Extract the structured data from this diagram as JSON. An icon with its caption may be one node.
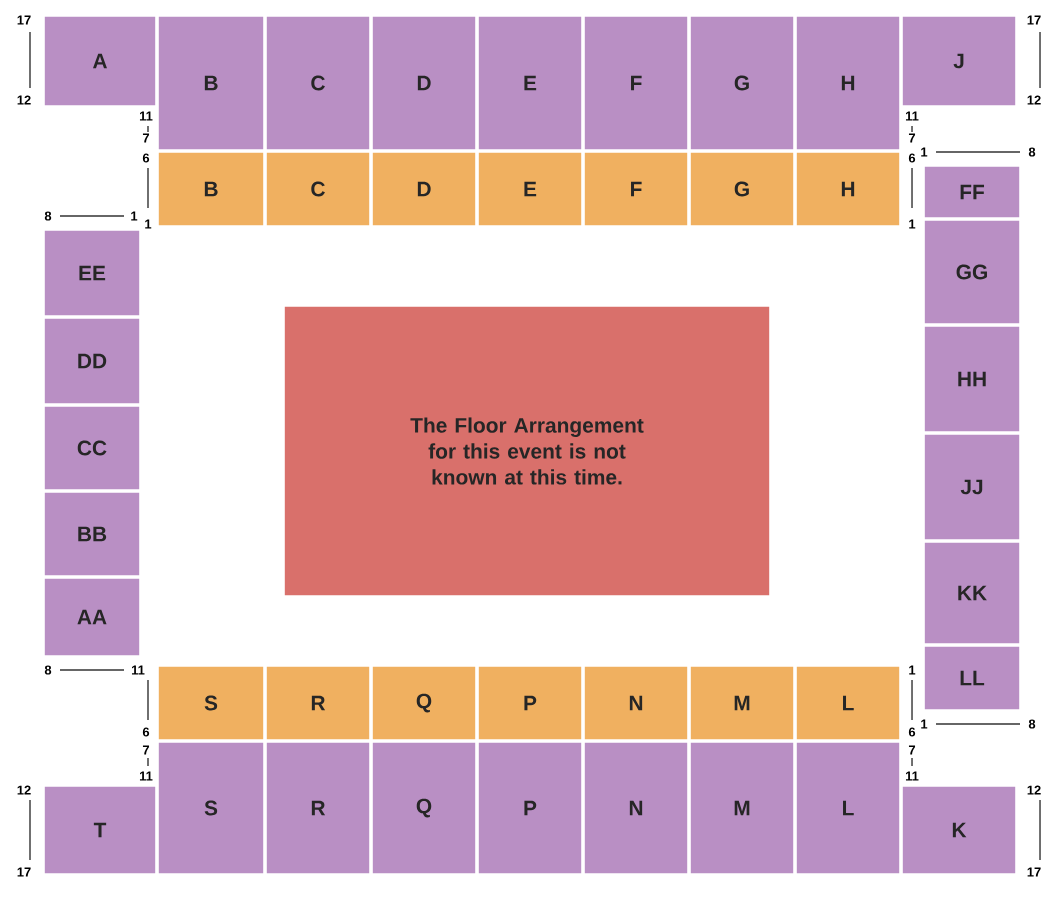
{
  "diagram": {
    "nodes": [
      {
        "text": [
          "A"
        ]
      },
      {
        "text": [
          "B"
        ]
      },
      {
        "text": [
          "C"
        ]
      },
      {
        "text": [
          "D"
        ]
      },
      {
        "text": [
          "E"
        ]
      },
      {
        "text": [
          "F"
        ]
      },
      {
        "text": [
          "G"
        ]
      },
      {
        "text": [
          "H"
        ]
      },
      {
        "text": [
          "J"
        ]
      },
      {
        "text": [
          "B"
        ]
      },
      {
        "text": [
          "C"
        ]
      },
      {
        "text": [
          "D"
        ]
      },
      {
        "text": [
          "E"
        ]
      },
      {
        "text": [
          "F"
        ]
      },
      {
        "text": [
          "G"
        ]
      },
      {
        "text": [
          "H"
        ]
      },
      {
        "text": [
          "FF"
        ]
      },
      {
        "text": [
          "EE"
        ]
      },
      {
        "text": [
          "DD"
        ]
      },
      {
        "text": [
          "CC"
        ]
      },
      {
        "text": [
          "BB"
        ]
      },
      {
        "text": [
          "AA"
        ]
      },
      {
        "text": [
          "The Floor Arrangement for this event is not known at this time."
        ]
      },
      {
        "text": [
          "GG"
        ]
      },
      {
        "text": [
          "HH"
        ]
      },
      {
        "text": [
          "JJ"
        ]
      },
      {
        "text": [
          "KK"
        ]
      },
      {
        "text": [
          "LL"
        ]
      },
      {
        "text": [
          "S"
        ]
      },
      {
        "text": [
          "R"
        ]
      },
      {
        "text": [
          "Q"
        ]
      },
      {
        "text": [
          "P"
        ]
      },
      {
        "text": [
          "N"
        ]
      },
      {
        "text": [
          "M"
        ]
      },
      {
        "text": [
          "L"
        ]
      },
      {
        "text": [
          "T"
        ]
      },
      {
        "text": [
          "S"
        ]
      },
      {
        "text": [
          "R"
        ]
      },
      {
        "text": [
          "Q"
        ]
      },
      {
        "text": [
          "P"
        ]
      },
      {
        "text": [
          "N"
        ]
      },
      {
        "text": [
          "M"
        ]
      },
      {
        "text": [
          "L"
        ]
      },
      {
        "text": [
          "K"
        ]
      }
    ],
    "labels": [
      "17",
      "17",
      "12",
      "12",
      "11",
      "11",
      "7",
      "7",
      "6",
      "6",
      "1",
      "8",
      "8",
      "1",
      "1",
      "1",
      "8",
      "11",
      "1",
      "6",
      "6",
      "1",
      "8",
      "7",
      "7",
      "11",
      "11",
      "12",
      "12",
      "17",
      "17"
    ]
  }
}
